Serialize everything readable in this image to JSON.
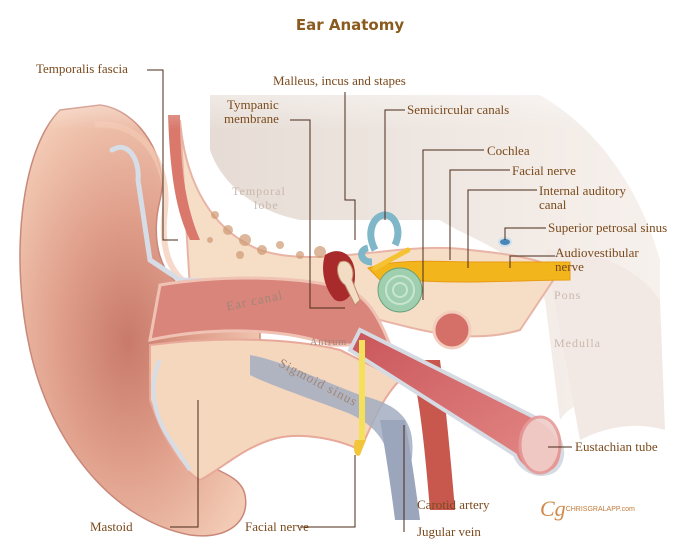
{
  "title": "Ear Anatomy",
  "labels": {
    "temporalis_fascia": "Temporalis fascia",
    "ossicles": "Malleus, incus and stapes",
    "tympanic_membrane_1": "Tympanic",
    "tympanic_membrane_2": "membrane",
    "semicircular_canals": "Semicircular canals",
    "cochlea": "Cochlea",
    "facial_nerve_top": "Facial nerve",
    "internal_auditory_canal_1": "Internal auditory",
    "internal_auditory_canal_2": "canal",
    "superior_petrosal_sinus": "Superior petrosal sinus",
    "audiovestibular_nerve_1": "Audiovestibular",
    "audiovestibular_nerve_2": "nerve",
    "eustachian_tube": "Eustachian tube",
    "carotid_artery": "Carotid artery",
    "jugular_vein": "Jugular vein",
    "mastoid": "Mastoid",
    "facial_nerve_bottom": "Facial nerve"
  },
  "inner_labels": {
    "temporal_lobe_1": "Temporal",
    "temporal_lobe_2": "lobe",
    "ear_canal": "Ear canal",
    "antrum": "Antrum",
    "sigmoid_sinus": "Sigmoid sinus",
    "pons": "Pons",
    "medulla": "Medulla"
  },
  "credit": "CHRISGRALAPP.com",
  "colors": {
    "title": "#8a5a1e",
    "label_text": "#7a4a1c",
    "leader_line": "#4a2a18",
    "skin": "#e8a896",
    "cartilage": "#f3d6c0",
    "ear_canal": "#d9857c",
    "bone": "#f5dcc6",
    "brain": "#e2d8d2",
    "semicircular": "#7fb7c9",
    "cochlea": "#9fcfae",
    "nerve": "#f2b61c",
    "artery": "#c8584e",
    "vein": "#9ba6bd"
  }
}
